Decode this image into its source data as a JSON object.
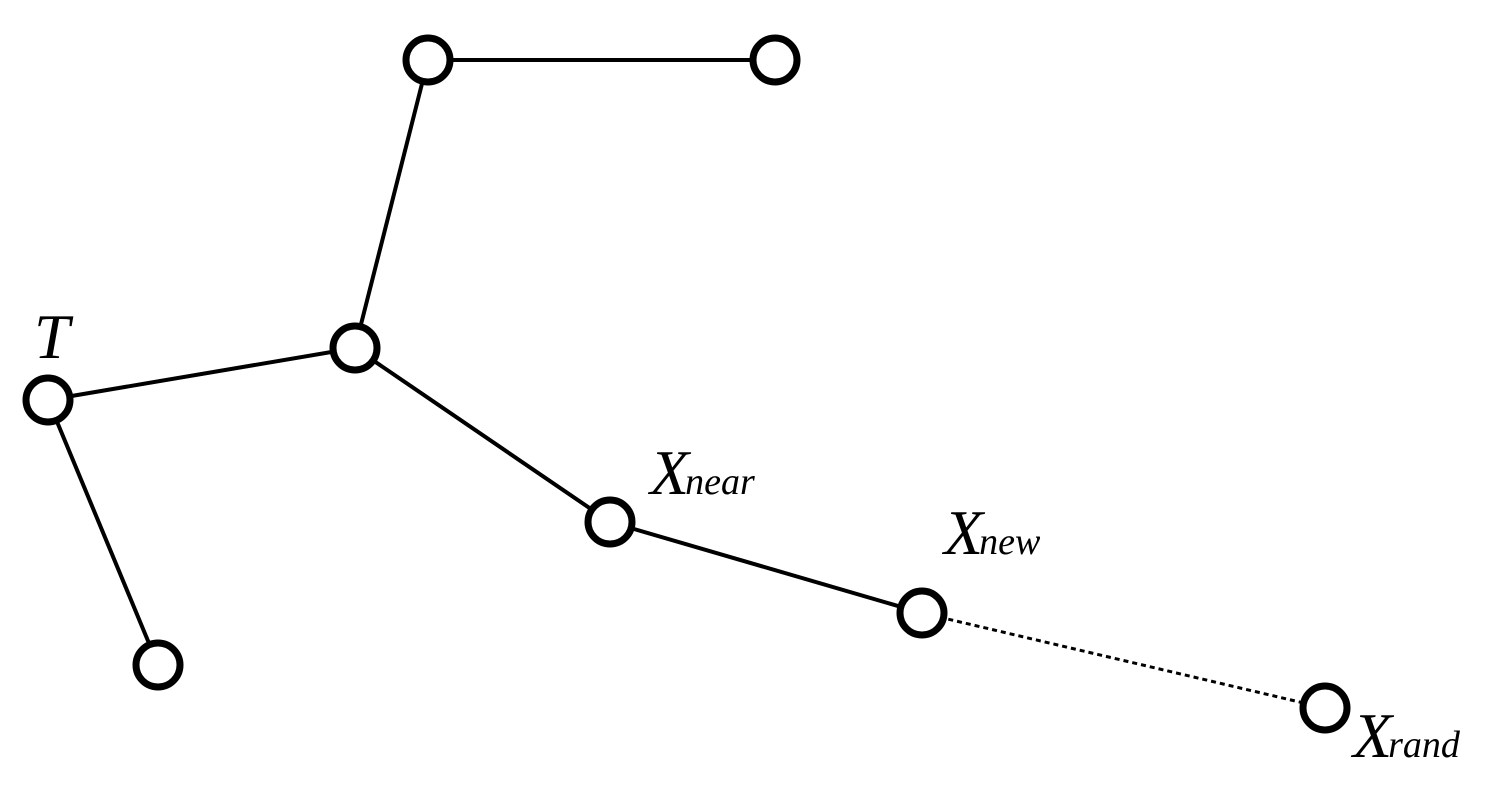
{
  "diagram": {
    "colors": {
      "stroke": "#000000",
      "node_fill": "#ffffff",
      "background": "#ffffff"
    },
    "labels": {
      "tree": "T",
      "x_near": {
        "base": "X",
        "sub": "near"
      },
      "x_new": {
        "base": "X",
        "sub": "new"
      },
      "x_rand": {
        "base": "X",
        "sub": "rand"
      }
    },
    "nodes": [
      {
        "id": "root"
      },
      {
        "id": "leaf-bottom-left"
      },
      {
        "id": "hub"
      },
      {
        "id": "top-left"
      },
      {
        "id": "top-right"
      },
      {
        "id": "x-near"
      },
      {
        "id": "x-new"
      },
      {
        "id": "x-rand"
      }
    ],
    "edges": [
      {
        "from": "root",
        "to": "hub",
        "style": "solid"
      },
      {
        "from": "root",
        "to": "leaf-bottom-left",
        "style": "solid"
      },
      {
        "from": "hub",
        "to": "top-left",
        "style": "solid"
      },
      {
        "from": "top-left",
        "to": "top-right",
        "style": "solid"
      },
      {
        "from": "hub",
        "to": "x-near",
        "style": "solid"
      },
      {
        "from": "x-near",
        "to": "x-new",
        "style": "solid"
      },
      {
        "from": "x-new",
        "to": "x-rand",
        "style": "dashed"
      }
    ]
  }
}
